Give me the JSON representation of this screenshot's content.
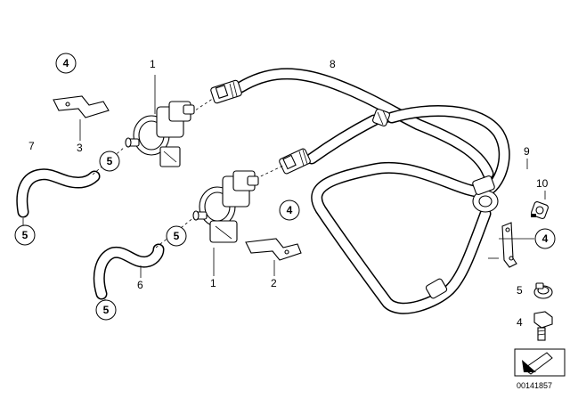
{
  "diagram": {
    "callouts": {
      "label_1_top": "1",
      "label_8": "8",
      "label_7": "7",
      "label_3": "3",
      "label_9": "9",
      "label_10": "10",
      "label_6": "6",
      "label_1_bottom": "1",
      "label_2": "2",
      "label_5_side": "5",
      "label_4_side": "4"
    },
    "circled": {
      "c4_topleft": "4",
      "c5_upper": "5",
      "c5_left": "5",
      "c4_middle": "4",
      "c5_middle": "5",
      "c5_bottom": "5",
      "c4_right": "4"
    },
    "document_id": "00141857"
  }
}
